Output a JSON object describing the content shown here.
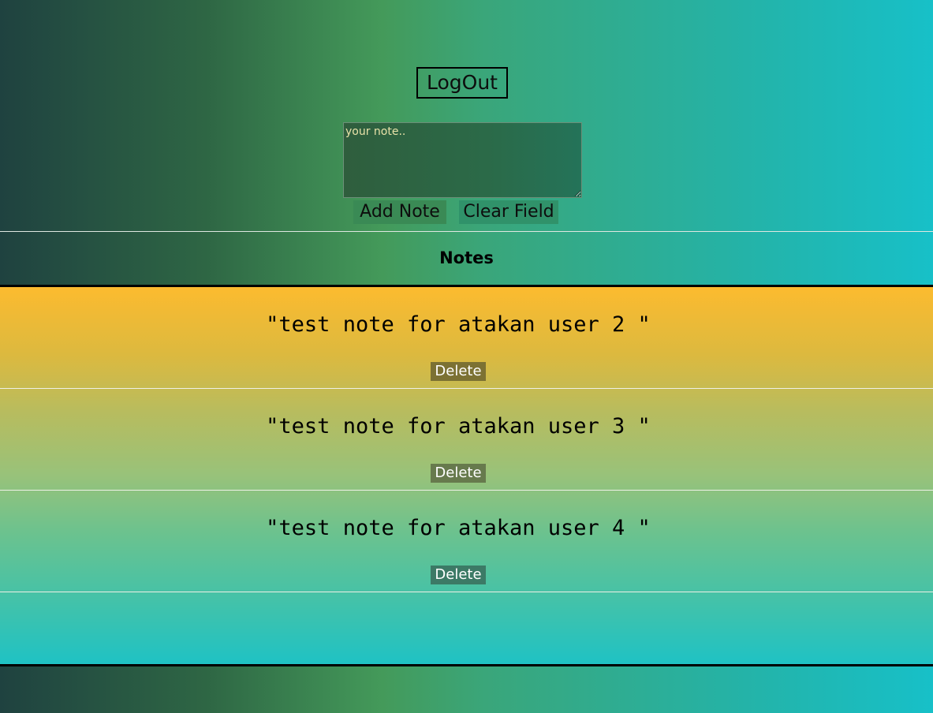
{
  "header": {
    "logout_label": "LogOut"
  },
  "note_form": {
    "placeholder": "your note..",
    "value": "",
    "add_label": "Add Note",
    "clear_label": "Clear Field"
  },
  "notes_section": {
    "title": "Notes"
  },
  "notes": [
    {
      "text": "\"test note for atakan user 2 \"",
      "delete_label": "Delete",
      "delete_color": "#7c7133"
    },
    {
      "text": "\"test note for atakan user 3 \"",
      "delete_label": "Delete",
      "delete_color": "#677a4d"
    },
    {
      "text": "\"test note for atakan user 4 \"",
      "delete_label": "Delete",
      "delete_color": "#3c7a66"
    }
  ],
  "colors": {
    "list_top": "#fcbb2f",
    "list_bottom": "#1fc2c4",
    "header_left": "#1f4240",
    "header_right": "#17c0c8"
  }
}
